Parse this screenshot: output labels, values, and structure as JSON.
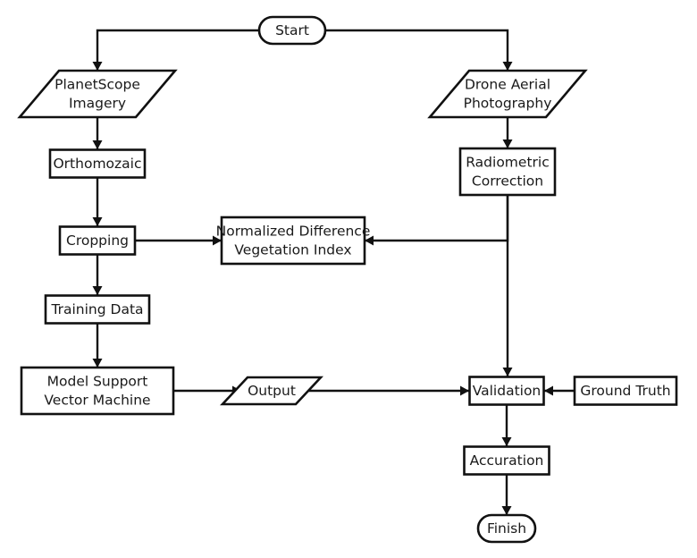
{
  "diagram": {
    "type": "flowchart",
    "nodes": {
      "start": {
        "label": [
          "Start"
        ],
        "shape": "terminator"
      },
      "planetscope": {
        "label": [
          "PlanetScope",
          "Imagery"
        ],
        "shape": "data"
      },
      "drone": {
        "label": [
          "Drone Aerial",
          "Photography"
        ],
        "shape": "data"
      },
      "orthomozaic": {
        "label": [
          "Orthomozaic"
        ],
        "shape": "process"
      },
      "radiometric": {
        "label": [
          "Radiometric",
          "Correction"
        ],
        "shape": "process"
      },
      "cropping": {
        "label": [
          "Cropping"
        ],
        "shape": "process"
      },
      "ndvi": {
        "label": [
          "Normalized Difference",
          "Vegetation Index"
        ],
        "shape": "process"
      },
      "training": {
        "label": [
          "Training Data"
        ],
        "shape": "process"
      },
      "svm": {
        "label": [
          "Model Support",
          "Vector Machine"
        ],
        "shape": "process"
      },
      "output": {
        "label": [
          "Output"
        ],
        "shape": "data"
      },
      "validation": {
        "label": [
          "Validation"
        ],
        "shape": "process"
      },
      "groundtruth": {
        "label": [
          "Ground Truth"
        ],
        "shape": "process"
      },
      "accuration": {
        "label": [
          "Accuration"
        ],
        "shape": "process"
      },
      "finish": {
        "label": [
          "Finish"
        ],
        "shape": "terminator"
      }
    },
    "edges": [
      {
        "from": "start",
        "to": "planetscope"
      },
      {
        "from": "start",
        "to": "drone"
      },
      {
        "from": "planetscope",
        "to": "orthomozaic"
      },
      {
        "from": "orthomozaic",
        "to": "cropping"
      },
      {
        "from": "cropping",
        "to": "ndvi"
      },
      {
        "from": "cropping",
        "to": "training"
      },
      {
        "from": "training",
        "to": "svm"
      },
      {
        "from": "svm",
        "to": "output"
      },
      {
        "from": "output",
        "to": "validation"
      },
      {
        "from": "drone",
        "to": "radiometric"
      },
      {
        "from": "radiometric",
        "to": "ndvi"
      },
      {
        "from": "radiometric",
        "to": "validation"
      },
      {
        "from": "groundtruth",
        "to": "validation"
      },
      {
        "from": "validation",
        "to": "accuration"
      },
      {
        "from": "accuration",
        "to": "finish"
      }
    ]
  }
}
